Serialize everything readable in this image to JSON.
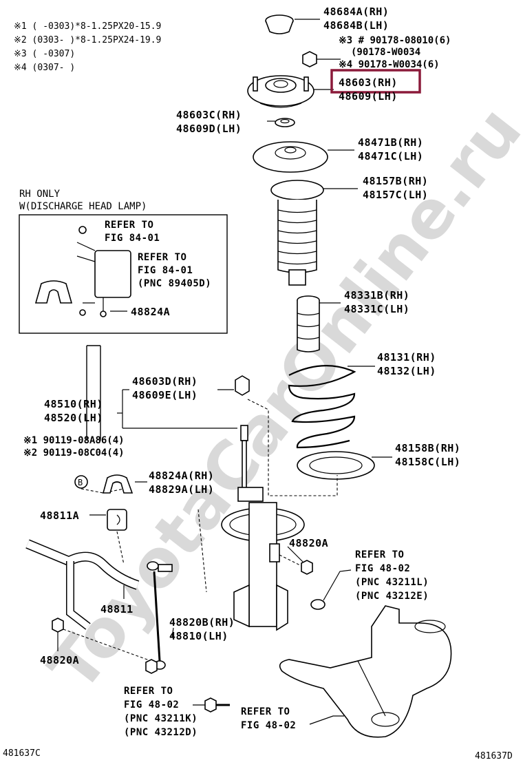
{
  "notes": [
    "※1    (     -0303)*8-1.25PX20-15.9",
    "※2   (0303-      )*8-1.25PX24-19.9",
    "※3    (     -0307)",
    "※4   (0307-      )"
  ],
  "labels": {
    "p48684": [
      "48684A(RH)",
      "48684B(LH)"
    ],
    "p90178": [
      "※3 # 90178-08010(6)",
      "(90178-W0034",
      "※4  90178-W0034(6)"
    ],
    "p48603": [
      "48603(RH)",
      "48609(LH)"
    ],
    "p48603c": [
      "48603C(RH)",
      "48609D(LH)"
    ],
    "p48471": [
      "48471B(RH)",
      "48471C(LH)"
    ],
    "p48157": [
      "48157B(RH)",
      "48157C(LH)"
    ],
    "p48331": [
      "48331B(RH)",
      "48331C(LH)"
    ],
    "p48131": [
      "48131(RH)",
      "48132(LH)"
    ],
    "p48158": [
      "48158B(RH)",
      "48158C(LH)"
    ],
    "p48603d": [
      "48603D(RH)",
      "48609E(LH)"
    ],
    "p48510": [
      "48510(RH)",
      "48520(LH)"
    ],
    "p90119": [
      "※1 90119-08A86(4)",
      "※2 90119-08C04(4)"
    ],
    "p48824a": [
      "48824A(RH)",
      "48829A(LH)"
    ],
    "p48811a": "48811A",
    "p48811": "48811",
    "p48820a_top": "48820A",
    "p48820a_bot": "48820A",
    "p48820b": [
      "48820B(RH)",
      "48810(LH)"
    ],
    "inset_48824a": "48824A"
  },
  "inset": {
    "title": [
      "RH ONLY",
      "W(DISCHARGE HEAD LAMP)"
    ],
    "refer1": [
      "REFER TO",
      "FIG 84-01"
    ],
    "refer2": [
      "REFER TO",
      "FIG 84-01",
      "(PNC 89405D)"
    ]
  },
  "refers": {
    "knuckle": [
      "REFER TO",
      "FIG 48-02",
      "(PNC 43211L)",
      "(PNC 43212E)"
    ],
    "link": [
      "REFER TO",
      "FIG 48-02",
      "(PNC 43211K)",
      "(PNC 43212D)"
    ],
    "lower": [
      "REFER TO",
      "FIG 48-02"
    ]
  },
  "circle_b": "B",
  "codes": {
    "left": "481637C",
    "right": "481637D"
  },
  "watermark": "ToyotaCarOnline.ru",
  "colors": {
    "highlight": "#8b1a3a",
    "watermark": "#d9d9d9"
  }
}
